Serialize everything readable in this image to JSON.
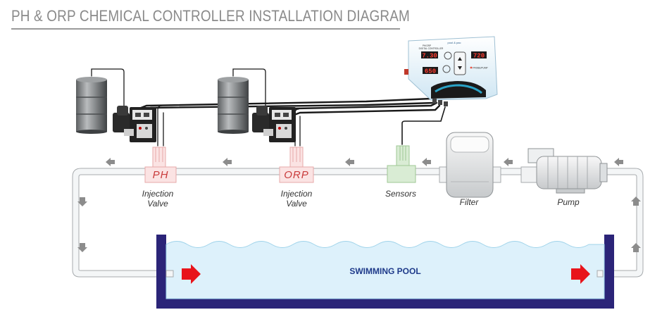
{
  "title": "PH & ORP CHEMICAL CONTROLLER INSTALLATION DIAGRAM",
  "valves": {
    "ph_label": "PH",
    "orp_label": "ORP"
  },
  "labels": {
    "ph_injection_line1": "Injection",
    "ph_injection_line2": "Valve",
    "orp_injection_line1": "Injection",
    "orp_injection_line2": "Valve",
    "sensors": "Sensors",
    "filter": "Filter",
    "pump": "Pump",
    "pool": "SWIMMING POOL"
  },
  "controller": {
    "brand": "pool & pac",
    "model_line1": "PH/ORP",
    "model_line2": "DIGITAL CONTROLLER",
    "display_top_left": "7.30",
    "display_top_right": "720",
    "display_bottom_left": "650",
    "indicator_label": "PROBE/PUMP"
  },
  "colors": {
    "pipe": "#f4f6f7",
    "pipe_stroke": "#a7abae",
    "arrow_gray": "#8c8c8c",
    "flow_red": "#e8141b",
    "pool_wall": "#2b2478",
    "water": "#ddf1fb",
    "ph_fill": "#fbe3e3",
    "sensor_fill": "#d9ecd4",
    "title": "#8a8a8a"
  }
}
